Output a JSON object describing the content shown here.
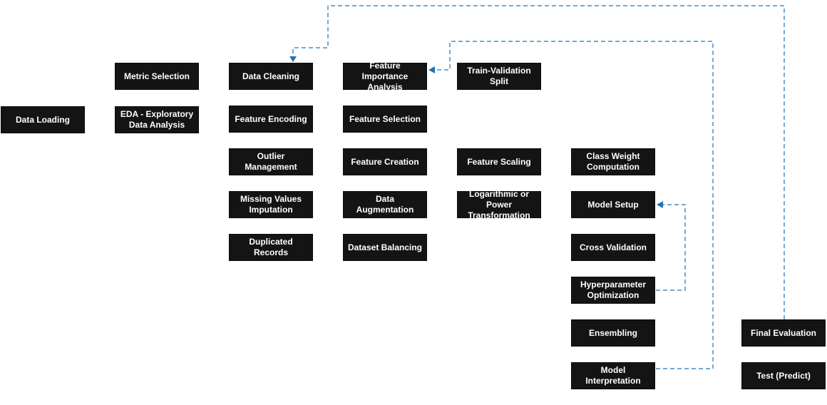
{
  "colors": {
    "node_fill": "#141414",
    "node_text": "#ffffff",
    "connector": "#1f73b7"
  },
  "nodes": {
    "data_loading": "Data Loading",
    "metric_selection": "Metric Selection",
    "eda": "EDA - Exploratory Data Analysis",
    "data_cleaning": "Data Cleaning",
    "feature_encoding": "Feature Encoding",
    "outlier_management": "Outlier Management",
    "missing_values_imputation": "Missing Values Imputation",
    "duplicated_records": "Duplicated Records",
    "feature_importance_analysis": "Feature Importance Analysis",
    "feature_selection": "Feature Selection",
    "feature_creation": "Feature Creation",
    "data_augmentation": "Data Augmentation",
    "dataset_balancing": "Dataset Balancing",
    "train_validation_split": "Train-Validation Split",
    "feature_scaling": "Feature Scaling",
    "log_power_transformation": "Logarithmic or Power Transformation",
    "class_weight_computation": "Class Weight Computation",
    "model_setup": "Model Setup",
    "cross_validation": "Cross Validation",
    "hyperparameter_optimization": "Hyperparameter Optimization",
    "ensembling": "Ensembling",
    "model_interpretation": "Model Interpretation",
    "final_evaluation": "Final Evaluation",
    "test_predict": "Test (Predict)"
  },
  "connections": [
    {
      "from": "final_evaluation",
      "to": "data_cleaning",
      "style": "dashed"
    },
    {
      "from": "model_interpretation",
      "to": "feature_importance_analysis",
      "style": "dashed"
    },
    {
      "from": "hyperparameter_optimization",
      "to": "model_setup",
      "style": "dashed"
    }
  ]
}
